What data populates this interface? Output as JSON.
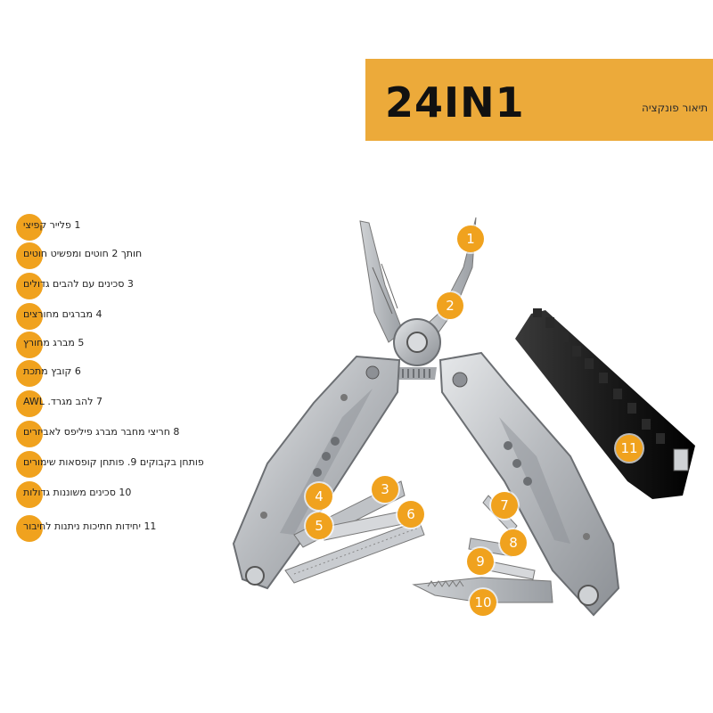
{
  "banner": {
    "title": "24IN1",
    "subtitle": "תיאור פונקציה",
    "color": "#ecaa3a"
  },
  "accent_color": "#f0a21e",
  "features": [
    {
      "text": "1 פלייר קפיצי"
    },
    {
      "text": "חותך 2 חוטים ומפשיט חוטים"
    },
    {
      "text": "3 סכינים עם להבים גדולים"
    },
    {
      "text": "4 מברגים מחורצים"
    },
    {
      "text": "5 מברג מחורץ"
    },
    {
      "text": "6 קובץ מתכת"
    },
    {
      "text": "7 להב מגרד. AWL"
    },
    {
      "text": "8 חריצי מחבר מברג פיליפס לאביזרים"
    },
    {
      "text": "פותחן בקבוקים 9. פותחן קופסאות שימורים"
    },
    {
      "text": "10 סכינים משוננות גדולות"
    },
    {
      "text": "11 יחידות חתיכות ניתנות לחיבור"
    }
  ],
  "callouts": [
    "1",
    "2",
    "3",
    "4",
    "5",
    "6",
    "7",
    "8",
    "9",
    "10",
    "11"
  ],
  "product": {
    "icon": "multitool-illustration"
  }
}
